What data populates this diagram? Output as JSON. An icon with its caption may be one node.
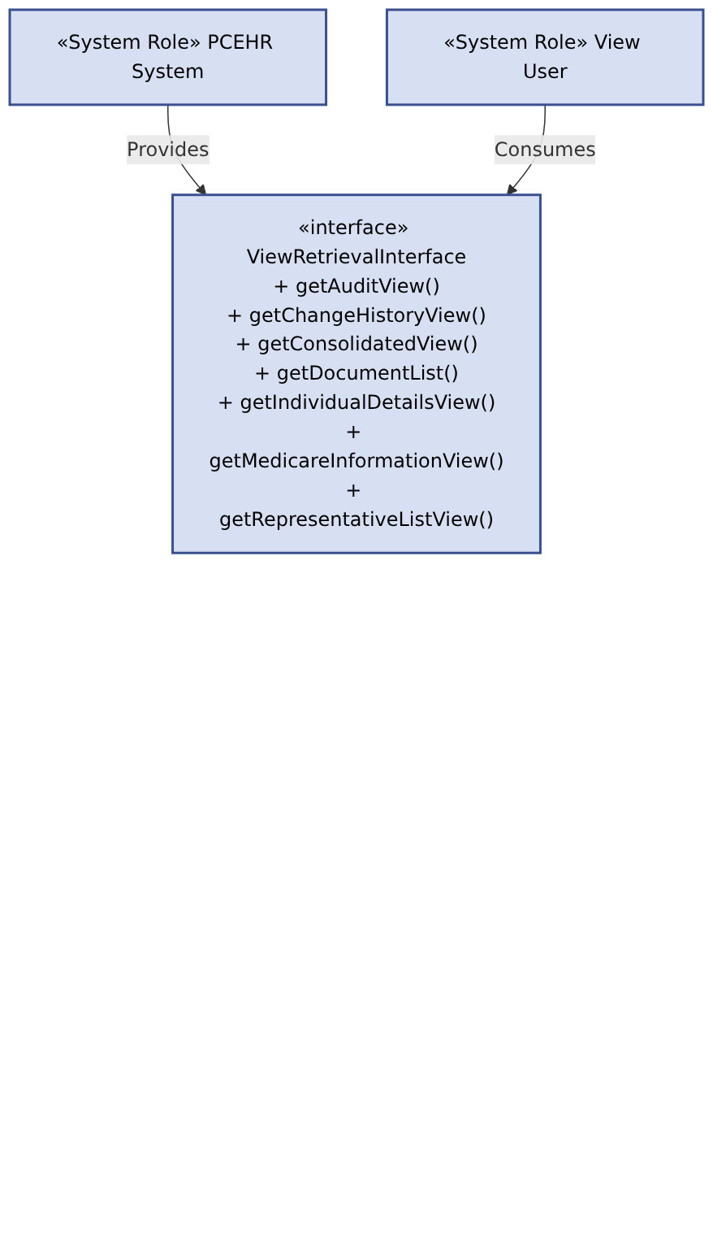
{
  "diagram": {
    "nodes": [
      {
        "text": [
          "«System Role» PCEHR System"
        ]
      },
      {
        "text": [
          "«interface» ViewRetrievalInterface",
          "+ getAuditView()",
          "+ getChangeHistoryView()",
          "+ getConsolidatedView()",
          "+ getDocumentList()",
          "+ getIndividualDetailsView()",
          "+ getMedicareInformationView()",
          "+ getRepresentativeListView()"
        ]
      },
      {
        "text": [
          "«System Role» View User"
        ]
      }
    ],
    "edges": [
      {
        "from": 0,
        "to": 1,
        "arrow": "to",
        "label": "Provides"
      },
      {
        "from": 2,
        "to": 1,
        "arrow": "to",
        "label": "Consumes"
      }
    ]
  }
}
